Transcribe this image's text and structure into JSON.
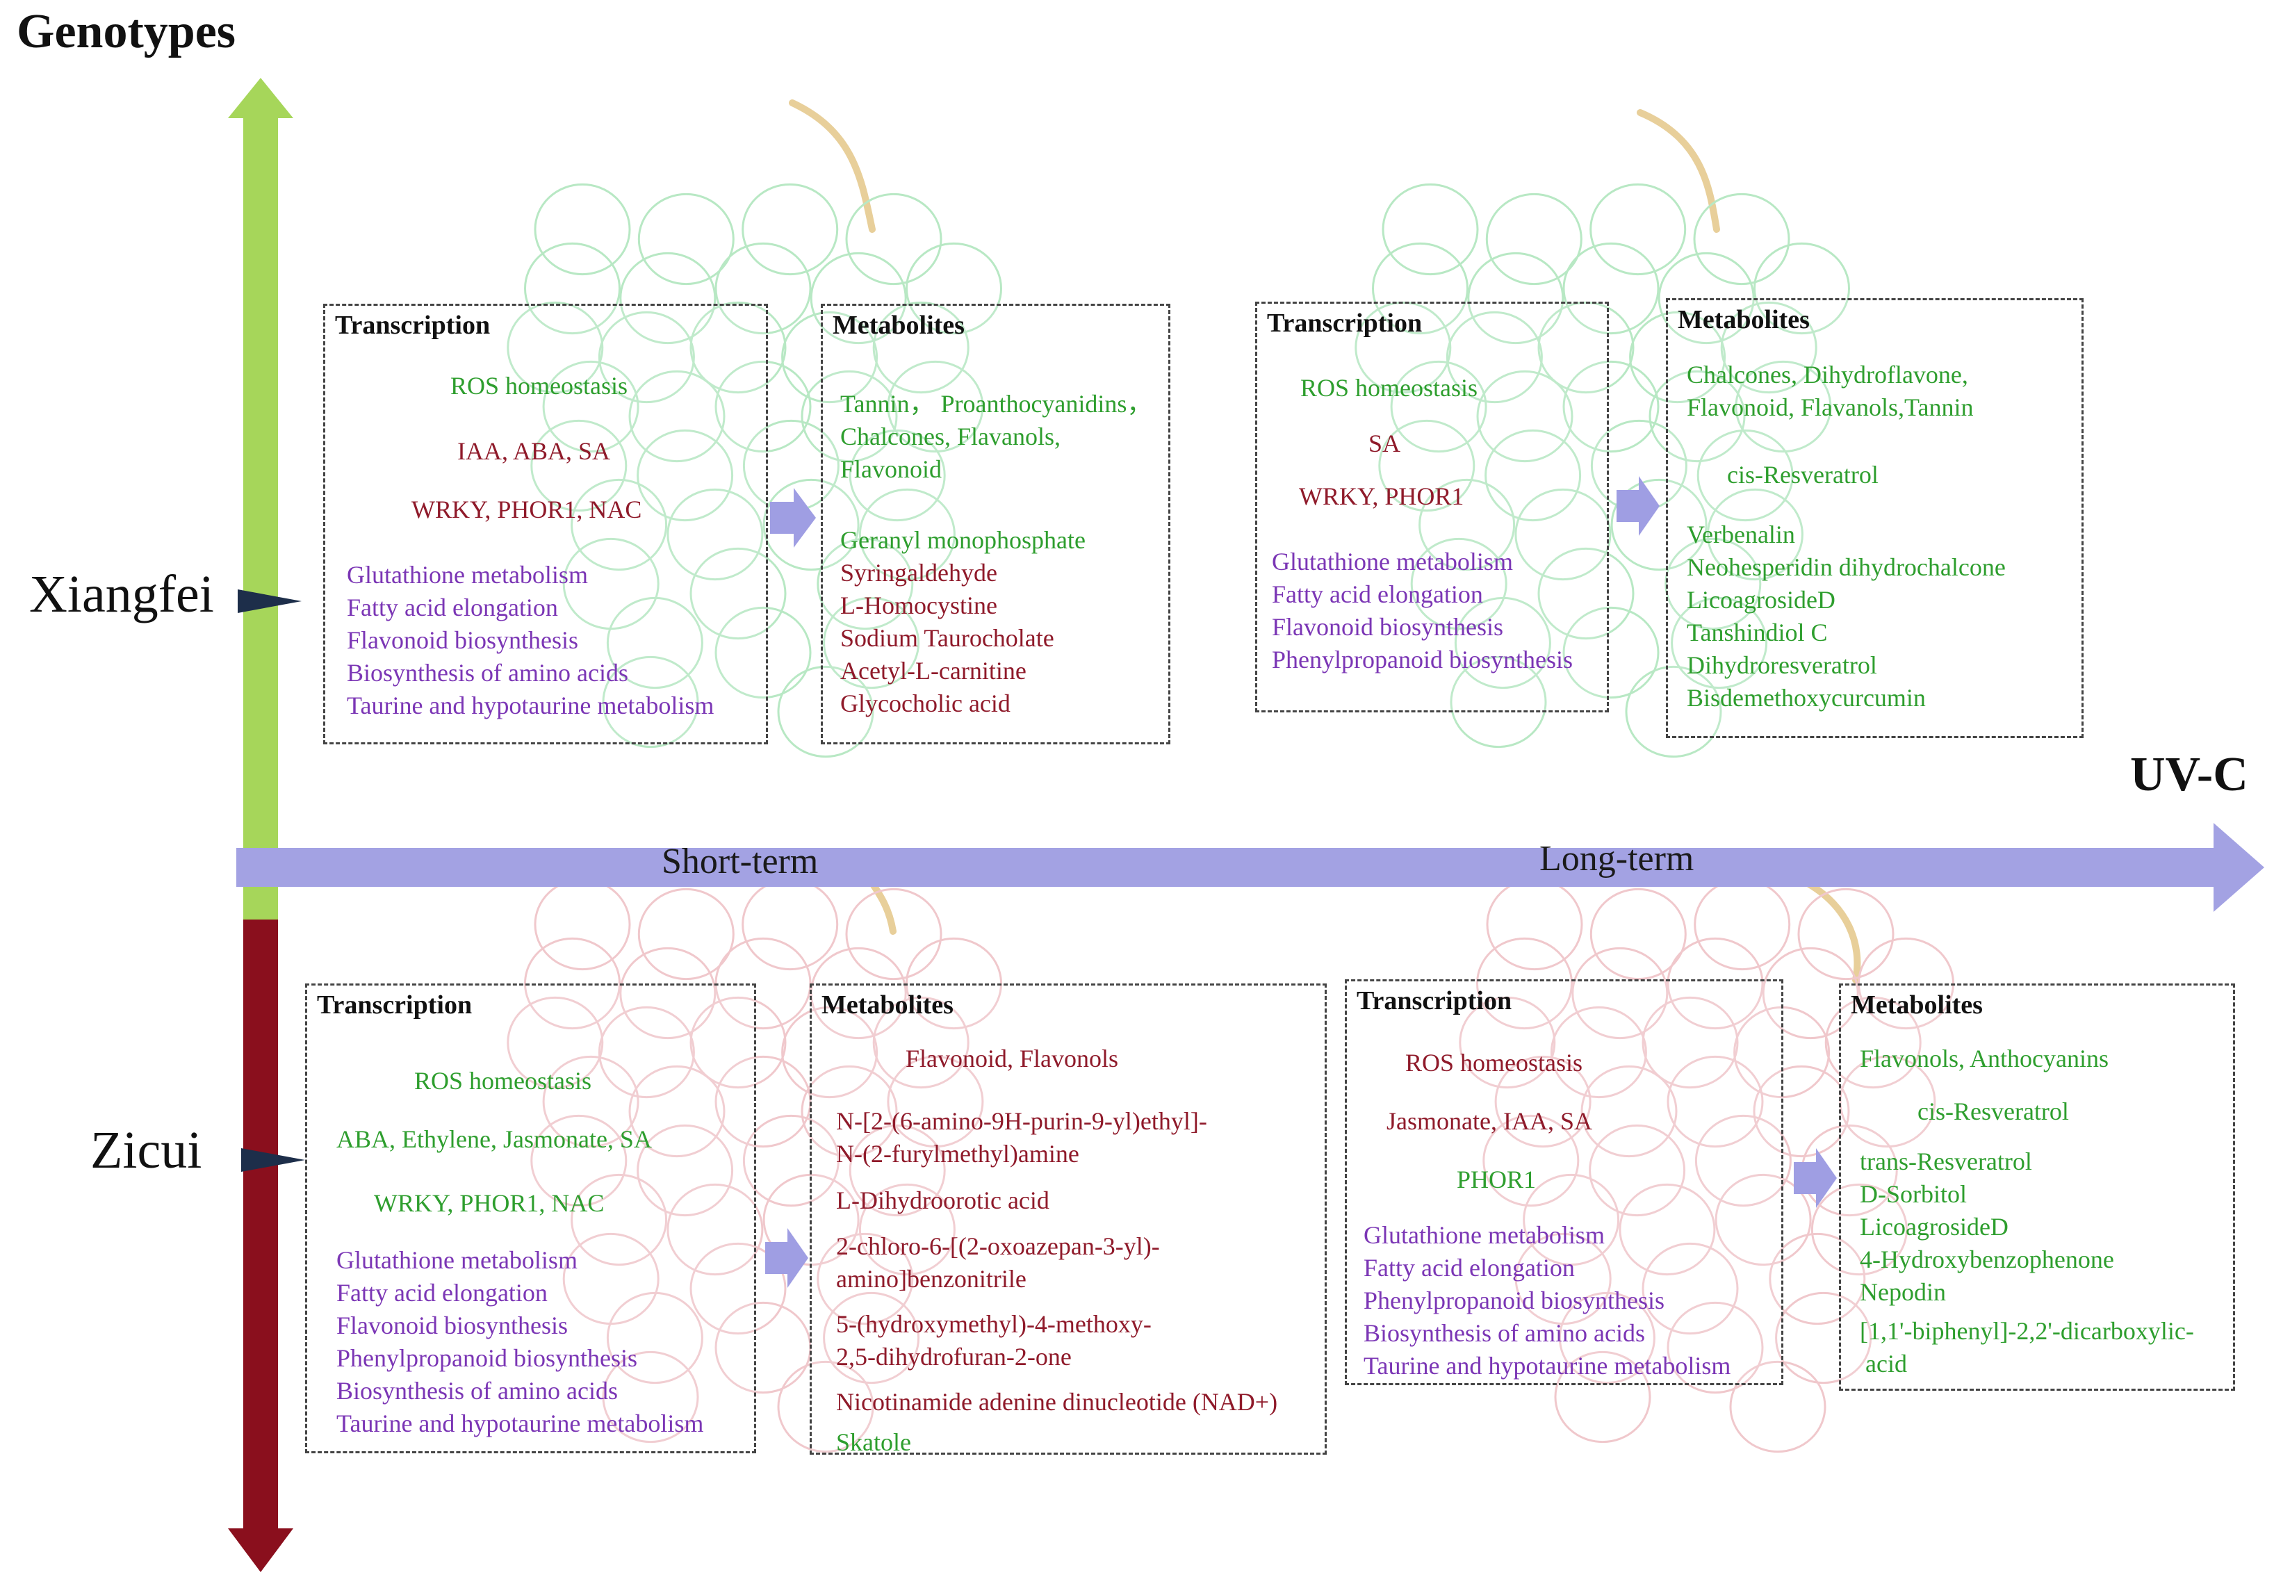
{
  "axes": {
    "y_title": "Genotypes",
    "x_title": "UV-C",
    "short_term": "Short-term",
    "long_term": "Long-term"
  },
  "genotypes": {
    "xiangfei": "Xiangfei",
    "zicui": "Zicui"
  },
  "colors": {
    "green_axis": "#a6d65a",
    "red_axis": "#8a0f1d",
    "timeline": "#a3a2e3",
    "small_arrow": "#9f9ee3",
    "green_text": "#2e9e2e",
    "red_text": "#8f1a2a",
    "purple_text": "#7b36b5",
    "xiangfei_grape_outline": "#b8e8c4",
    "zicui_grape_outline": "#f0c8cc",
    "stem": "#e8cf9a"
  },
  "panels": {
    "xf_short_tx": {
      "title": "Transcription",
      "lines": [
        {
          "text": "ROS homeostasis",
          "color": "green"
        },
        {
          "text": "IAA, ABA, SA",
          "color": "red"
        },
        {
          "text": "WRKY, PHOR1, NAC",
          "color": "red"
        },
        {
          "text": "Glutathione metabolism",
          "color": "purple"
        },
        {
          "text": "Fatty acid elongation",
          "color": "purple"
        },
        {
          "text": "Flavonoid biosynthesis",
          "color": "purple"
        },
        {
          "text": "Biosynthesis of amino acids",
          "color": "purple"
        },
        {
          "text": "Taurine and hypotaurine metabolism",
          "color": "purple"
        }
      ]
    },
    "xf_short_met": {
      "title": "Metabolites",
      "lines": [
        {
          "text": "Tannin， Proanthocyanidins，",
          "color": "green"
        },
        {
          "text": "Chalcones, Flavanols,",
          "color": "green"
        },
        {
          "text": "Flavonoid",
          "color": "green"
        },
        {
          "text": "Geranyl monophosphate",
          "color": "green"
        },
        {
          "text": "Syringaldehyde",
          "color": "red"
        },
        {
          "text": "L-Homocystine",
          "color": "red"
        },
        {
          "text": "Sodium Taurocholate",
          "color": "red"
        },
        {
          "text": "Acetyl-L-carnitine",
          "color": "red"
        },
        {
          "text": "Glycocholic acid",
          "color": "red"
        }
      ]
    },
    "xf_long_tx": {
      "title": "Transcription",
      "lines": [
        {
          "text": "ROS homeostasis",
          "color": "green"
        },
        {
          "text": "SA",
          "color": "red"
        },
        {
          "text": "WRKY, PHOR1",
          "color": "red"
        },
        {
          "text": "Glutathione metabolism",
          "color": "purple"
        },
        {
          "text": "Fatty acid elongation",
          "color": "purple"
        },
        {
          "text": "Flavonoid biosynthesis",
          "color": "purple"
        },
        {
          "text": "Phenylpropanoid biosynthesis",
          "color": "purple"
        }
      ]
    },
    "xf_long_met": {
      "title": "Metabolites",
      "lines": [
        {
          "text": "Chalcones, Dihydroflavone,",
          "color": "green"
        },
        {
          "text": "Flavonoid, Flavanols,Tannin",
          "color": "green"
        },
        {
          "text": "cis-Resveratrol",
          "color": "green"
        },
        {
          "text": "Verbenalin",
          "color": "green"
        },
        {
          "text": "Neohesperidin dihydrochalcone",
          "color": "green"
        },
        {
          "text": "LicoagrosideD",
          "color": "green"
        },
        {
          "text": "Tanshindiol C",
          "color": "green"
        },
        {
          "text": "Dihydroresveratrol",
          "color": "green"
        },
        {
          "text": "Bisdemethoxycurcumin",
          "color": "green"
        }
      ]
    },
    "zc_short_tx": {
      "title": "Transcription",
      "lines": [
        {
          "text": "ROS homeostasis",
          "color": "green"
        },
        {
          "text": "ABA, Ethylene, Jasmonate, SA",
          "color": "green"
        },
        {
          "text": "WRKY, PHOR1, NAC",
          "color": "green"
        },
        {
          "text": "Glutathione metabolism",
          "color": "purple"
        },
        {
          "text": "Fatty acid elongation",
          "color": "purple"
        },
        {
          "text": "Flavonoid biosynthesis",
          "color": "purple"
        },
        {
          "text": "Phenylpropanoid biosynthesis",
          "color": "purple"
        },
        {
          "text": "Biosynthesis of amino acids",
          "color": "purple"
        },
        {
          "text": "Taurine and hypotaurine metabolism",
          "color": "purple"
        }
      ]
    },
    "zc_short_met": {
      "title": "Metabolites",
      "lines": [
        {
          "text": "Flavonoid, Flavonols",
          "color": "red"
        },
        {
          "text": "N-[2-(6-amino-9H-purin-9-yl)ethyl]-",
          "color": "red"
        },
        {
          "text": "N-(2-furylmethyl)amine",
          "color": "red"
        },
        {
          "text": "L-Dihydroorotic acid",
          "color": "red"
        },
        {
          "text": "2-chloro-6-[(2-oxoazepan-3-yl)-",
          "color": "red"
        },
        {
          "text": "amino]benzonitrile",
          "color": "red"
        },
        {
          "text": "5-(hydroxymethyl)-4-methoxy-",
          "color": "red"
        },
        {
          "text": "2,5-dihydrofuran-2-one",
          "color": "red"
        },
        {
          "text": "Nicotinamide adenine dinucleotide (NAD+)",
          "color": "red"
        },
        {
          "text": "Skatole",
          "color": "green"
        }
      ]
    },
    "zc_long_tx": {
      "title": "Transcription",
      "lines": [
        {
          "text": "ROS homeostasis",
          "color": "red"
        },
        {
          "text": "Jasmonate, IAA, SA",
          "color": "red"
        },
        {
          "text": "PHOR1",
          "color": "green"
        },
        {
          "text": "Glutathione metabolism",
          "color": "purple"
        },
        {
          "text": "Fatty acid elongation",
          "color": "purple"
        },
        {
          "text": "Phenylpropanoid biosynthesis",
          "color": "purple"
        },
        {
          "text": "Biosynthesis of amino acids",
          "color": "purple"
        },
        {
          "text": "Taurine and hypotaurine metabolism",
          "color": "purple"
        }
      ]
    },
    "zc_long_met": {
      "title": "Metabolites",
      "lines": [
        {
          "text": "Flavonols, Anthocyanins",
          "color": "green"
        },
        {
          "text": "cis-Resveratrol",
          "color": "green"
        },
        {
          "text": "trans-Resveratrol",
          "color": "green"
        },
        {
          "text": "D-Sorbitol",
          "color": "green"
        },
        {
          "text": "LicoagrosideD",
          "color": "green"
        },
        {
          "text": "4-Hydroxybenzophenone",
          "color": "green"
        },
        {
          "text": "Nepodin",
          "color": "green"
        },
        {
          "text": "[1,1'-biphenyl]-2,2'-dicarboxylic-",
          "color": "green"
        },
        {
          "text": "acid",
          "color": "green"
        }
      ]
    }
  }
}
